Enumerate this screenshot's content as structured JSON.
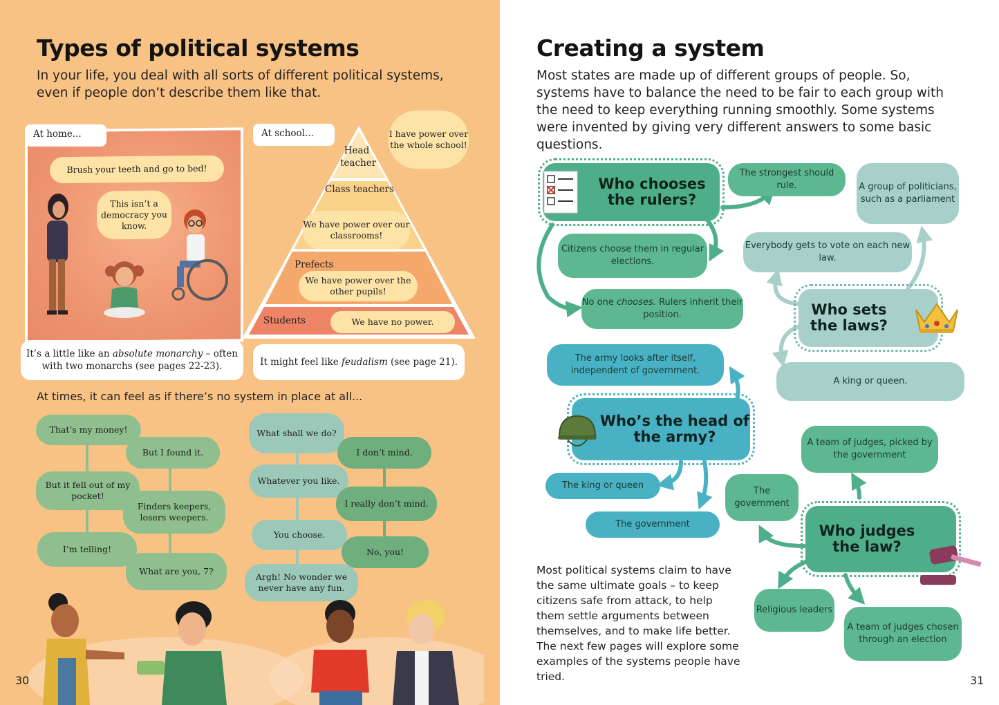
{
  "left": {
    "title": "Types of political systems",
    "intro": "In your life, you deal with all sorts of different political systems, even if people don’t describe them like that.",
    "home": {
      "label": "At home...",
      "bubble1": "Brush your teeth and go to bed!",
      "bubble2": "This isn’t a democracy you know.",
      "caption_pre": "It’s a little like an ",
      "caption_em": "absolute monarchy",
      "caption_post": " – often with two monarchs (see pages 22-23)."
    },
    "school": {
      "label": "At school...",
      "head_label": "Head teacher",
      "head_bubble": "I have power over the whole school!",
      "class_label": "Class teachers",
      "class_bubble": "We have power over our classrooms!",
      "prefects_label": "Prefects",
      "prefects_bubble": "We have power over the other pupils!",
      "students_label": "Students",
      "students_bubble": "We have no power.",
      "caption_pre": "It might feel like ",
      "caption_em": "feudalism",
      "caption_post": " (see page 21)."
    },
    "nosystem": "At times, it can feel as if there’s no system in place at all...",
    "chat_left": [
      "That’s my money!",
      "But I found it.",
      "But it fell out of my pocket!",
      "Finders keepers, losers weepers.",
      "I’m telling!",
      "What are you, 7?"
    ],
    "chat_right": [
      "What shall we do?",
      "I don’t mind.",
      "Whatever you like.",
      "I really don’t mind.",
      "You choose.",
      "No, you!",
      "Argh! No wonder we never have any fun."
    ],
    "page_number": "30"
  },
  "right": {
    "title": "Creating a system",
    "intro": "Most states are made up of different groups of people. So, systems have to balance the need to be fair to each group with the need to keep everything running smoothly. Some systems were invented by giving very different answers to some basic questions.",
    "q_rulers": "Who chooses the rulers?",
    "a_strongest": "The strongest should rule.",
    "a_elections": "Citizens choose them in regular elections.",
    "a_inherit_pre": "No one ",
    "a_inherit_em": "chooses.",
    "a_inherit_post": " Rulers inherit their position.",
    "q_laws": "Who sets the laws?",
    "a_parliament": "A group of politicians, such as a parliament",
    "a_vote": "Everybody gets to vote on each new law.",
    "a_king": "A king or queen.",
    "q_army": "Who’s the head of the army?",
    "a_army_itself": "The army looks after itself, independent of government.",
    "a_army_king": "The king or queen",
    "a_army_gov": "The government",
    "q_judges": "Who judges the law?",
    "a_judges_gov": "A team of judges, picked by the government",
    "a_judges_government": "The government",
    "a_religious": "Religious leaders",
    "a_judges_elected": "A team of judges chosen through an election",
    "closing": "Most political systems claim to have the same ultimate goals – to keep citizens safe from attack, to help them settle arguments between themselves, and to make life better. The next few pages will explore some examples of the systems people have tried.",
    "page_number": "31"
  },
  "colors": {
    "left_bg": "#f8c285",
    "green": "#4fae8a",
    "light_blue": "#a7d0cb",
    "blue": "#48b2c4"
  }
}
